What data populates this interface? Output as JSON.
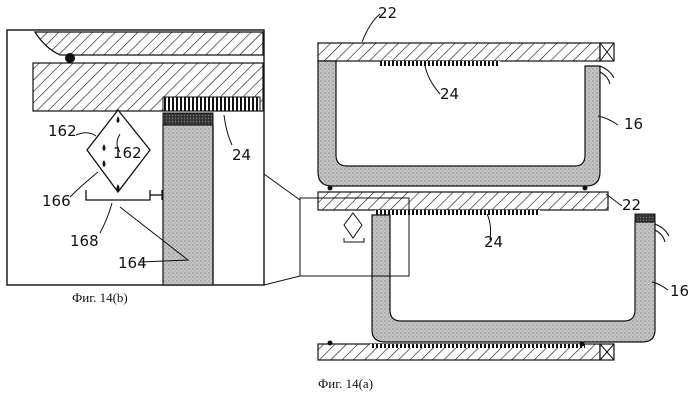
{
  "figure_a": {
    "caption": "Фиг. 14(a)",
    "labels": {
      "top_plate": "22",
      "top_teeth": "24",
      "top_body": "16",
      "lower_plate": "22",
      "lower_teeth": "24",
      "lower_body": "16"
    }
  },
  "figure_b": {
    "caption": "Фиг. 14(b)",
    "labels": {
      "drop_left": "162",
      "drop_right": "162",
      "hex": "166",
      "tray": "168",
      "wall": "164",
      "teeth": "24"
    }
  },
  "colors": {
    "ink": "#111111",
    "body_fill": "#bdbdbd",
    "paper": "#ffffff"
  }
}
